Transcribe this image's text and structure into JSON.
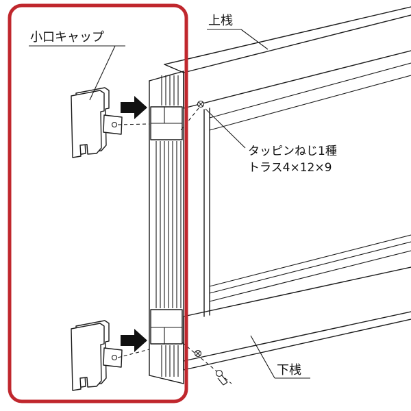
{
  "figure": {
    "type": "technical-assembly-diagram",
    "background_color": "#ffffff",
    "line_color": "#1a1a1a",
    "highlight_color": "#c0272d",
    "labels": {
      "edge_cap": "小口キャップ",
      "top_rail": "上桟",
      "screw_spec_line1": "タッピンねじ1種",
      "screw_spec_line2": "トラス4×12×9",
      "bottom_rail": "下桟"
    }
  }
}
